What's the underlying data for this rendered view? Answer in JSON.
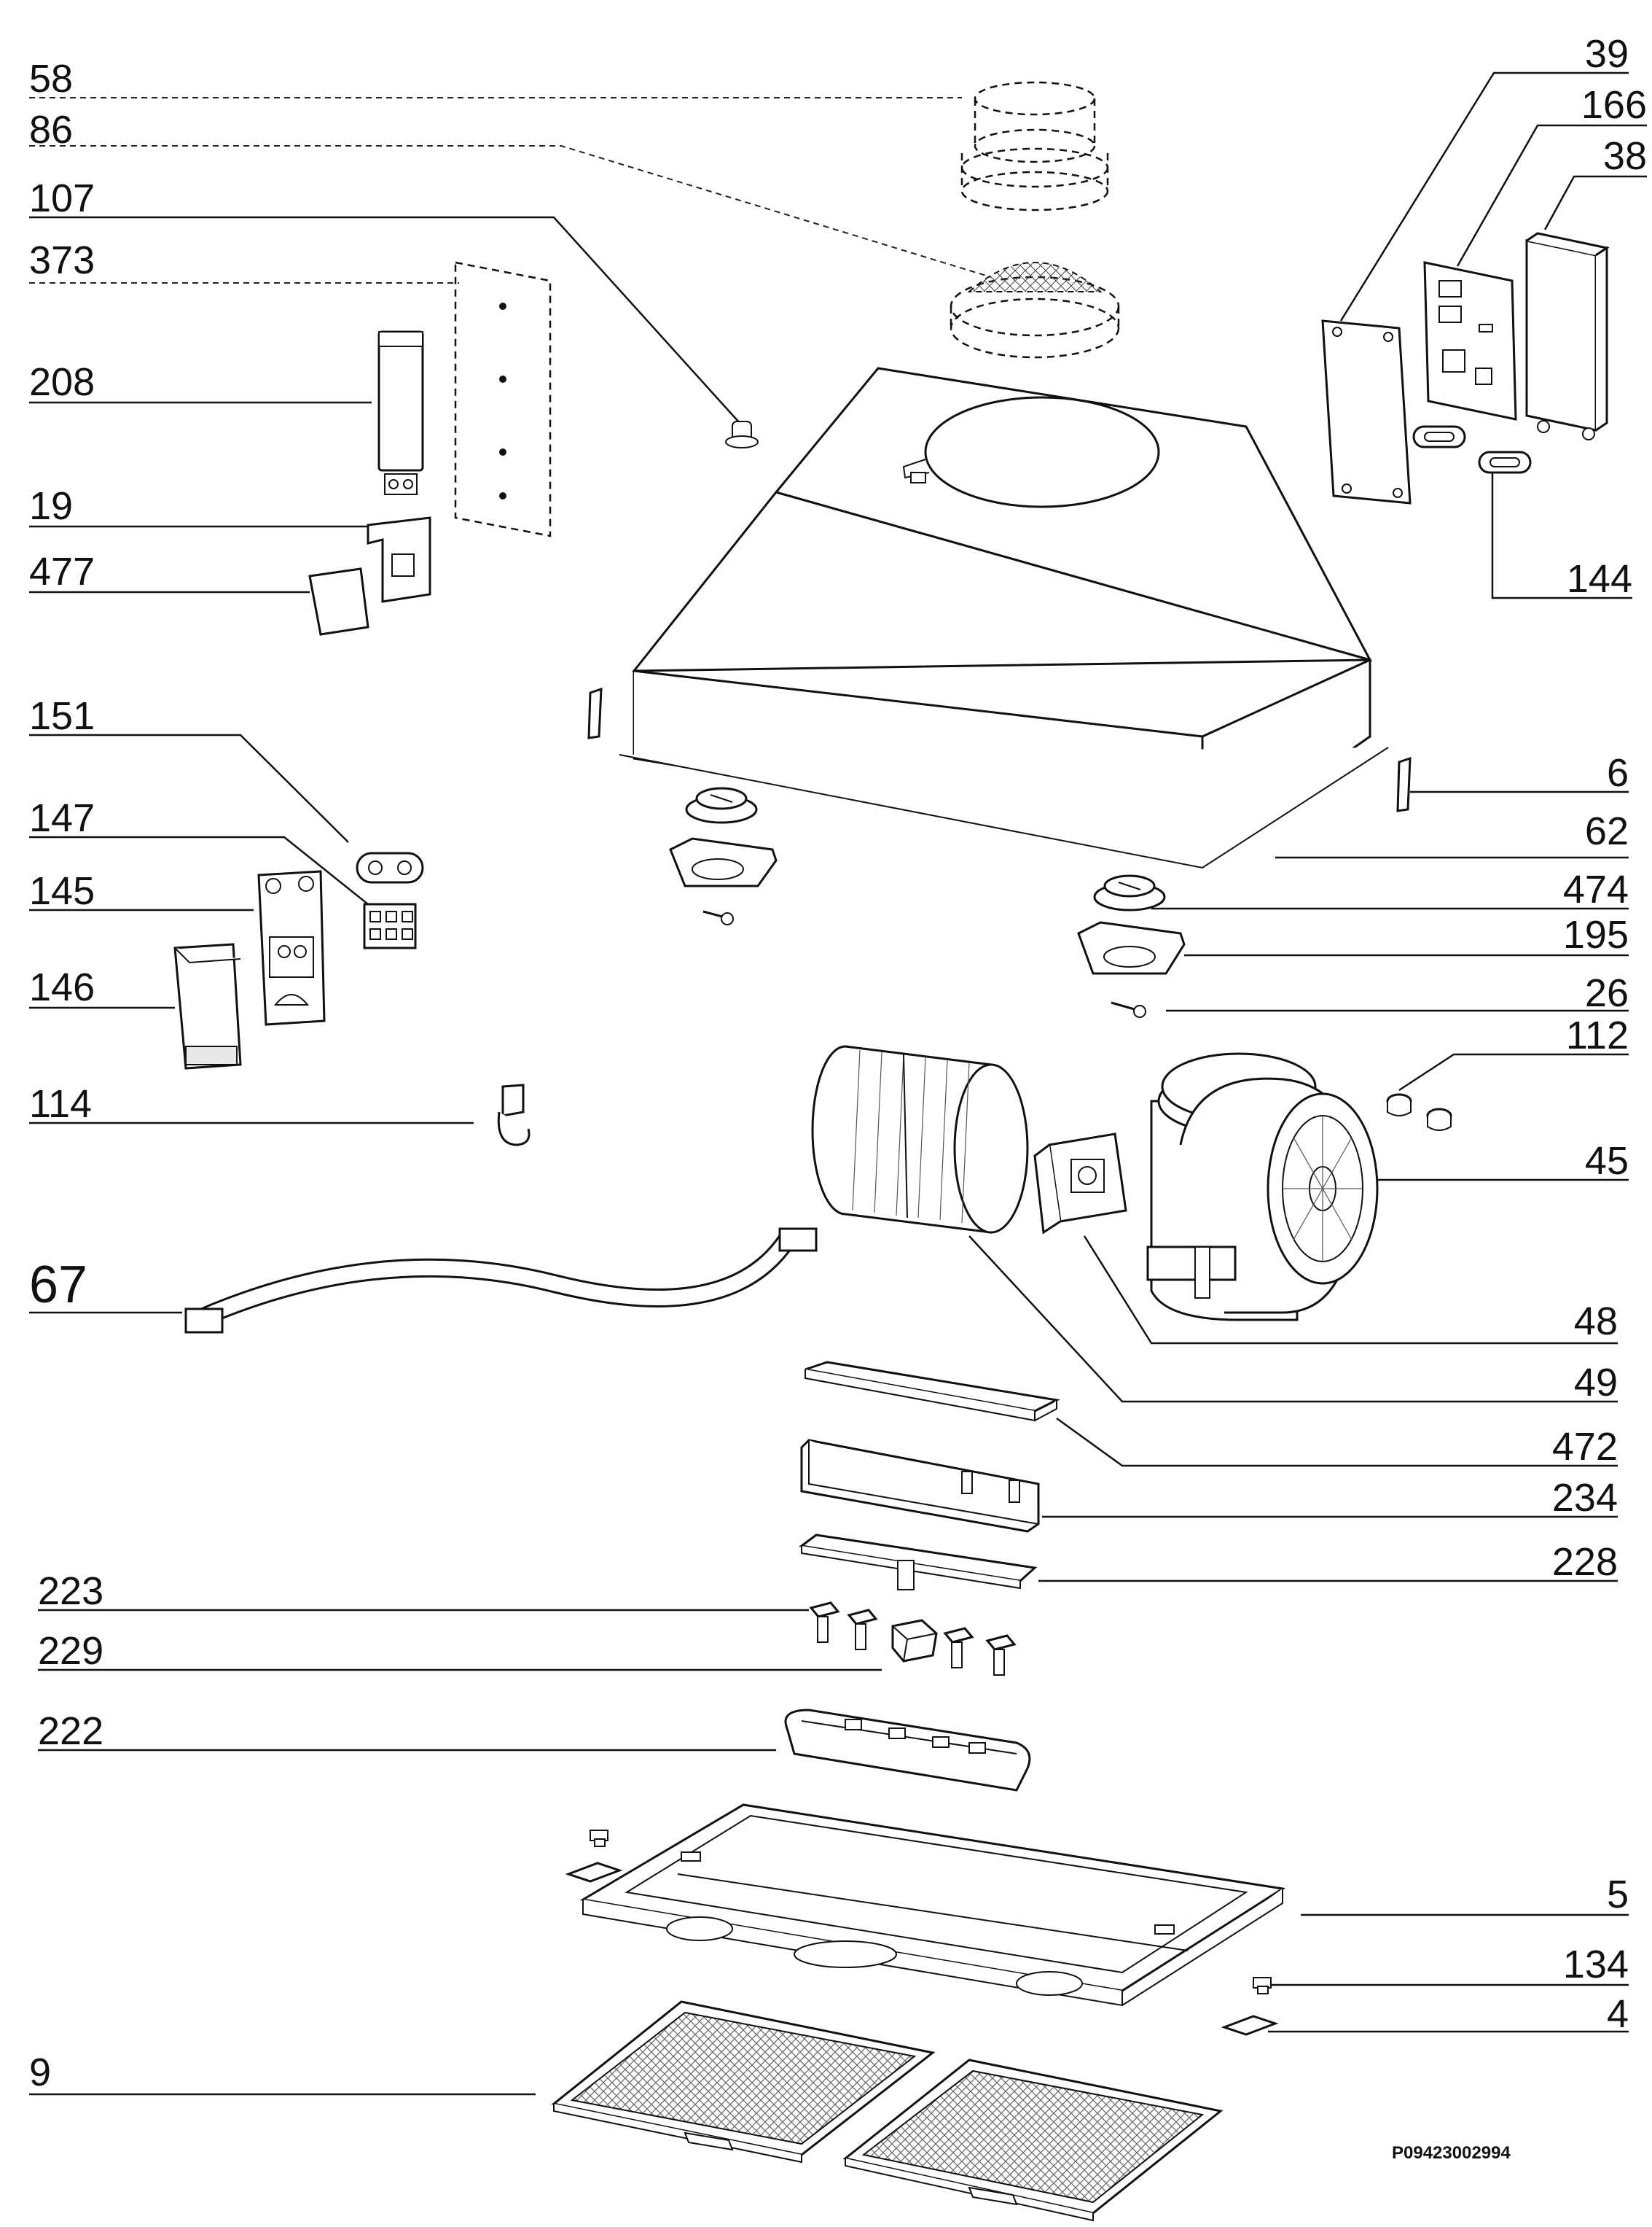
{
  "labels": {
    "c58": "58",
    "c86": "86",
    "c107": "107",
    "c373": "373",
    "c208": "208",
    "c19": "19",
    "c477": "477",
    "c151": "151",
    "c147": "147",
    "c145": "145",
    "c146": "146",
    "c114": "114",
    "c67": "67",
    "c223": "223",
    "c229": "229",
    "c222": "222",
    "c9": "9",
    "c39": "39",
    "c166": "166",
    "c38": "38",
    "c144": "144",
    "c6": "6",
    "c62": "62",
    "c474": "474",
    "c195": "195",
    "c26": "26",
    "c112": "112",
    "c45": "45",
    "c48": "48",
    "c49": "49",
    "c472": "472",
    "c234": "234",
    "c228": "228",
    "c5": "5",
    "c134": "134",
    "c4": "4"
  },
  "drawing_code": "P09423002994"
}
